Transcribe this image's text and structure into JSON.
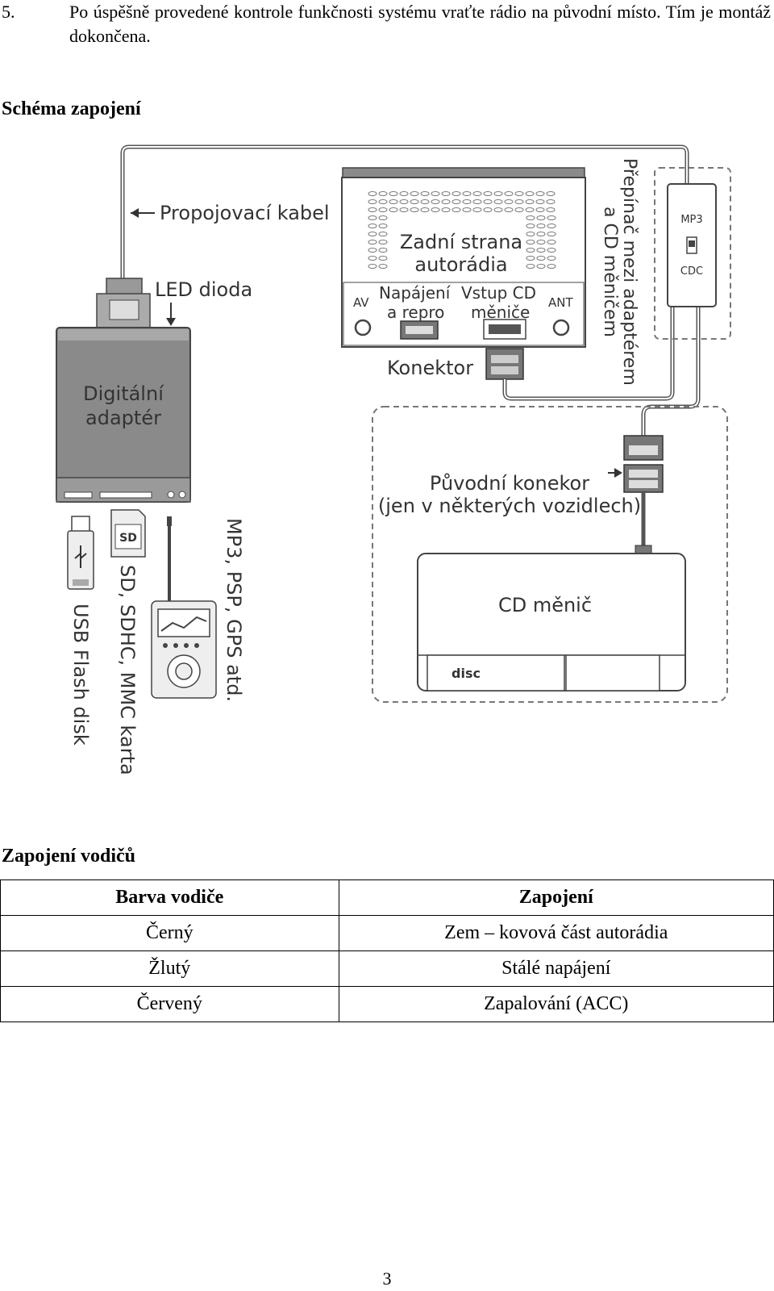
{
  "step": {
    "number": "5.",
    "text": "Po úspěšně provedené kontrole funkčnosti systému vraťte rádio na původní místo. Tím je montáž dokončena."
  },
  "schema": {
    "heading": "Schéma zapojení",
    "labels": {
      "cable": "Propojovací kabel",
      "led": "LED dioda",
      "adapter_line1": "Digitální",
      "adapter_line2": "adaptér",
      "radio_line1": "Zadní strana",
      "radio_line2": "autorádia",
      "av": "AV",
      "ant": "ANT",
      "power_line1": "Napájení",
      "power_line2": "a repro",
      "cd_in_line1": "Vstup CD",
      "cd_in_line2": "měniče",
      "connector": "Konektor",
      "switch_line1": "Přepínač mezi adaptérem",
      "switch_line2": "a CD měničem",
      "switch_mp3": "MP3",
      "switch_cdc": "CDC",
      "original_line1": "Původní konekor",
      "original_line2": "(jen v některých vozidlech)",
      "cd_changer": "CD měnič",
      "disc_logo": "disc",
      "usb": "USB Flash disk",
      "sd": "SD, SDHC, MMC karta",
      "sd_logo": "SD",
      "mp3": "MP3, PSP, GPS atd."
    }
  },
  "wires": {
    "heading": "Zapojení vodičů",
    "headers": [
      "Barva vodiče",
      "Zapojení"
    ],
    "rows": [
      [
        "Černý",
        "Zem – kovová část autorádia"
      ],
      [
        "Žlutý",
        "Stálé napájení"
      ],
      [
        "Červený",
        "Zapalování (ACC)"
      ]
    ]
  },
  "page_number": "3",
  "colors": {
    "line": "#555555",
    "fill_dark": "#8a8a8a",
    "fill_light": "#eeeeee"
  }
}
